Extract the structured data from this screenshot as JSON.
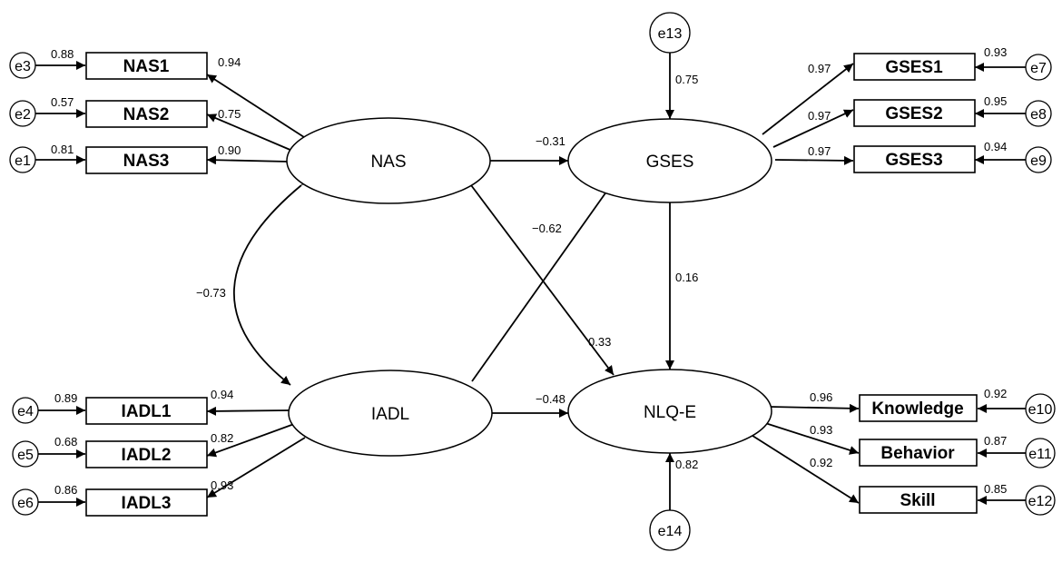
{
  "latents": [
    {
      "id": "NAS",
      "label": "NAS"
    },
    {
      "id": "GSES",
      "label": "GSES"
    },
    {
      "id": "IADL",
      "label": "IADL"
    },
    {
      "id": "NLQE",
      "label": "NLQ-E"
    }
  ],
  "indicators": [
    {
      "id": "NAS1",
      "label": "NAS1"
    },
    {
      "id": "NAS2",
      "label": "NAS2"
    },
    {
      "id": "NAS3",
      "label": "NAS3"
    },
    {
      "id": "IADL1",
      "label": "IADL1"
    },
    {
      "id": "IADL2",
      "label": "IADL2"
    },
    {
      "id": "IADL3",
      "label": "IADL3"
    },
    {
      "id": "GSES1",
      "label": "GSES1"
    },
    {
      "id": "GSES2",
      "label": "GSES2"
    },
    {
      "id": "GSES3",
      "label": "GSES3"
    },
    {
      "id": "Knowledge",
      "label": "Knowledge"
    },
    {
      "id": "Behavior",
      "label": "Behavior"
    },
    {
      "id": "Skill",
      "label": "Skill"
    }
  ],
  "errors": [
    {
      "id": "e1",
      "label": "e1",
      "value": "0.81"
    },
    {
      "id": "e2",
      "label": "e2",
      "value": "0.57"
    },
    {
      "id": "e3",
      "label": "e3",
      "value": "0.88"
    },
    {
      "id": "e4",
      "label": "e4",
      "value": "0.89"
    },
    {
      "id": "e5",
      "label": "e5",
      "value": "0.68"
    },
    {
      "id": "e6",
      "label": "e6",
      "value": "0.86"
    },
    {
      "id": "e7",
      "label": "e7",
      "value": "0.93"
    },
    {
      "id": "e8",
      "label": "e8",
      "value": "0.95"
    },
    {
      "id": "e9",
      "label": "e9",
      "value": "0.94"
    },
    {
      "id": "e10",
      "label": "e10",
      "value": "0.92"
    },
    {
      "id": "e11",
      "label": "e11",
      "value": "0.87"
    },
    {
      "id": "e12",
      "label": "e12",
      "value": "0.85"
    },
    {
      "id": "e13",
      "label": "e13",
      "value": "0.75"
    },
    {
      "id": "e14",
      "label": "e14",
      "value": "0.82"
    }
  ],
  "loadings": [
    {
      "from": "NAS",
      "to": "NAS1",
      "value": "0.94"
    },
    {
      "from": "NAS",
      "to": "NAS2",
      "value": "0.75"
    },
    {
      "from": "NAS",
      "to": "NAS3",
      "value": "0.90"
    },
    {
      "from": "IADL",
      "to": "IADL1",
      "value": "0.94"
    },
    {
      "from": "IADL",
      "to": "IADL2",
      "value": "0.82"
    },
    {
      "from": "IADL",
      "to": "IADL3",
      "value": "0.93"
    },
    {
      "from": "GSES",
      "to": "GSES1",
      "value": "0.97"
    },
    {
      "from": "GSES",
      "to": "GSES2",
      "value": "0.97"
    },
    {
      "from": "GSES",
      "to": "GSES3",
      "value": "0.97"
    },
    {
      "from": "NLQE",
      "to": "Knowledge",
      "value": "0.96"
    },
    {
      "from": "NLQE",
      "to": "Behavior",
      "value": "0.93"
    },
    {
      "from": "NLQE",
      "to": "Skill",
      "value": "0.92"
    }
  ],
  "paths": [
    {
      "from": "NAS",
      "to": "GSES",
      "value": "−0.31"
    },
    {
      "from": "IADL",
      "to": "GSES",
      "value": "−0.62"
    },
    {
      "from": "NAS",
      "to": "NLQE",
      "value": "0.33"
    },
    {
      "from": "IADL",
      "to": "NLQE",
      "value": "−0.48"
    },
    {
      "from": "GSES",
      "to": "NLQE",
      "value": "0.16"
    }
  ],
  "covariance": {
    "between": [
      "NAS",
      "IADL"
    ],
    "value": "−0.73"
  }
}
